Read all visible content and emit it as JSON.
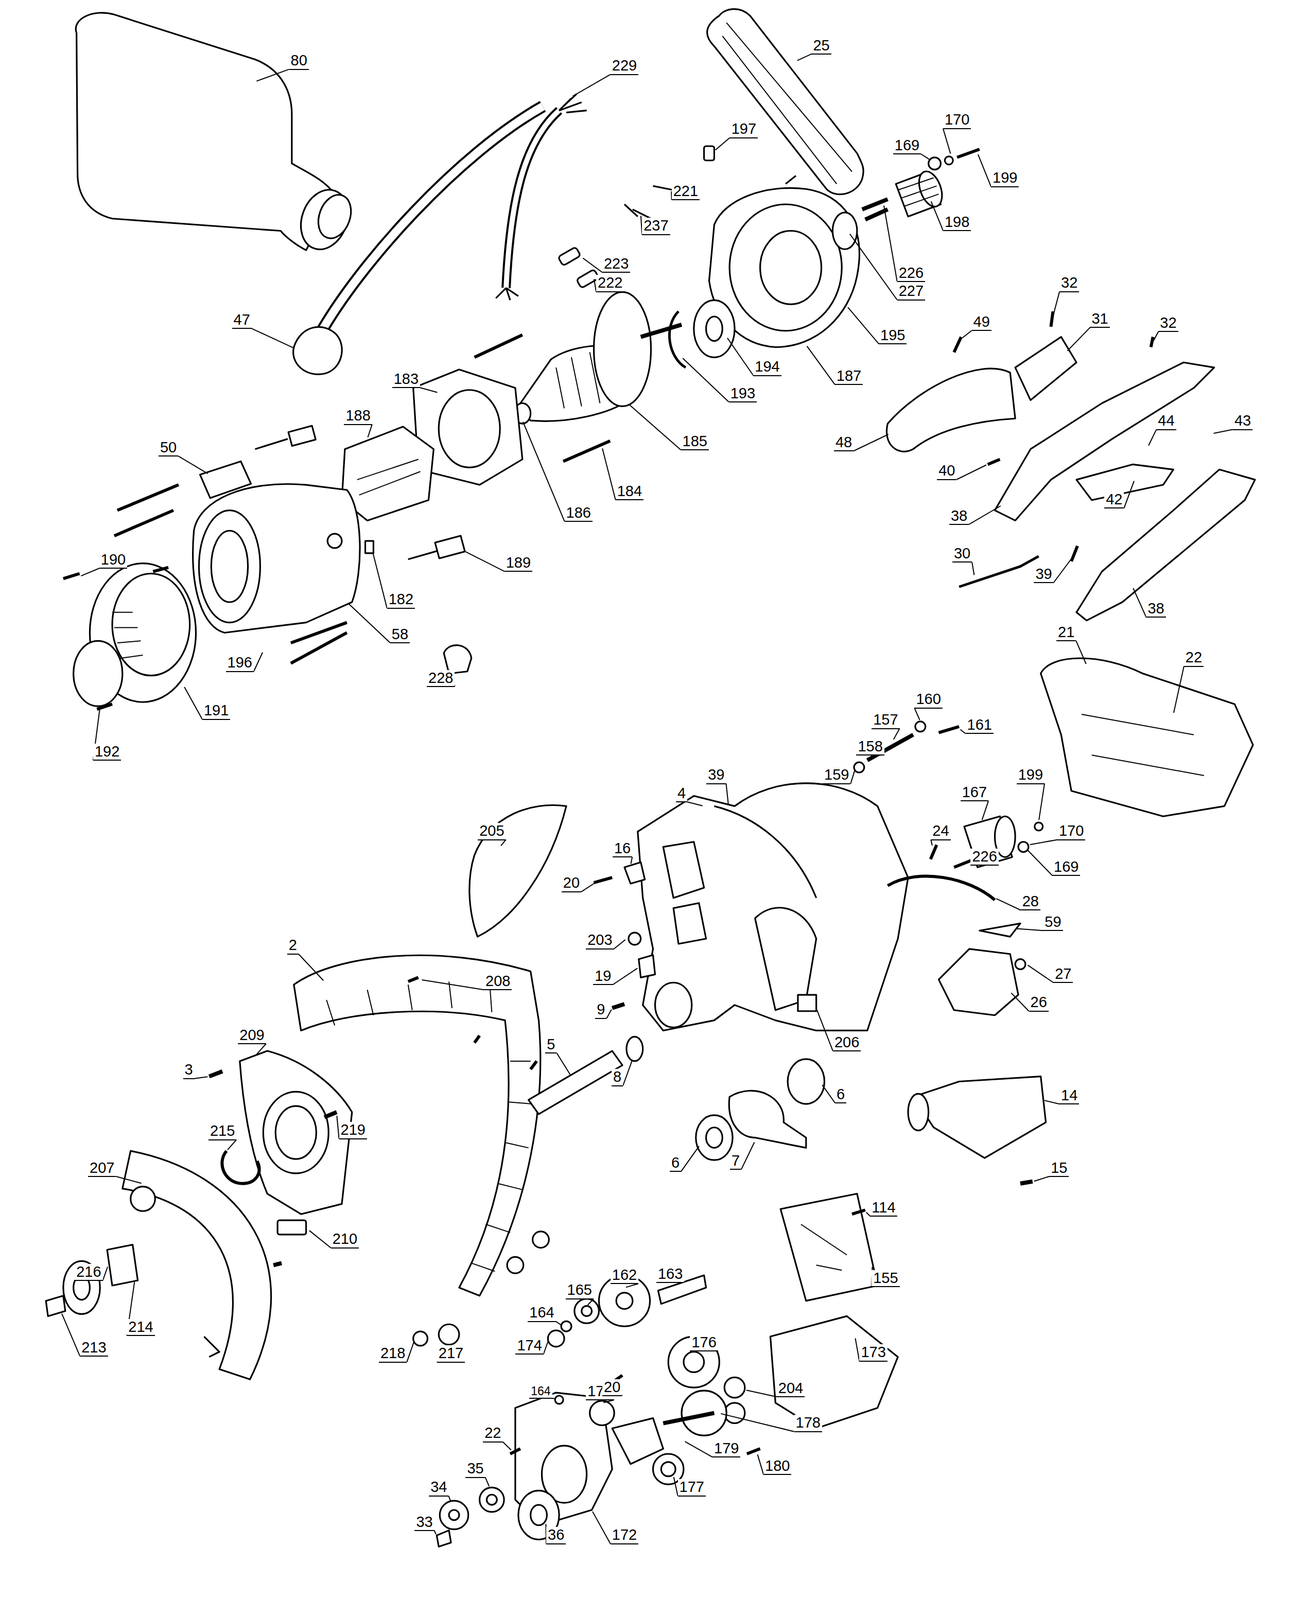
{
  "diagram": {
    "labels": [
      "80",
      "229",
      "25",
      "197",
      "170",
      "169",
      "199",
      "221",
      "237",
      "223",
      "222",
      "226",
      "198",
      "227",
      "47",
      "195",
      "49",
      "32",
      "31",
      "32",
      "183",
      "194",
      "187",
      "193",
      "188",
      "185",
      "186",
      "184",
      "50",
      "48",
      "44",
      "43",
      "40",
      "38",
      "42",
      "190",
      "189",
      "182",
      "30",
      "39",
      "38",
      "58",
      "196",
      "228",
      "191",
      "192",
      "21",
      "22",
      "160",
      "157",
      "161",
      "158",
      "159",
      "39",
      "167",
      "199",
      "170",
      "24",
      "226",
      "169",
      "4",
      "205",
      "16",
      "20",
      "28",
      "59",
      "203",
      "27",
      "19",
      "9",
      "26",
      "2",
      "208",
      "206",
      "5",
      "8",
      "6",
      "14",
      "3",
      "209",
      "215",
      "219",
      "7",
      "6",
      "15",
      "207",
      "210",
      "114",
      "155",
      "216",
      "162",
      "163",
      "165",
      "164",
      "214",
      "213",
      "176",
      "174",
      "218",
      "217",
      "173",
      "164",
      "175",
      "204",
      "20",
      "178",
      "22",
      "180",
      "179",
      "35",
      "34",
      "177",
      "33",
      "36",
      "172"
    ]
  }
}
